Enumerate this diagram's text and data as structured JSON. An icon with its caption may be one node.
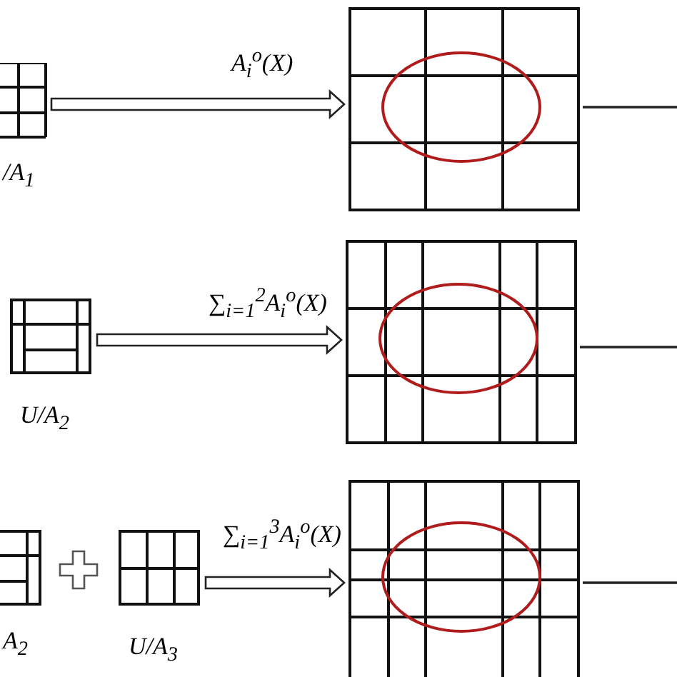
{
  "diagram": {
    "nodes": [
      {
        "text": [],
        "shape": "grid",
        "beside": [
          "/A$_{1}$"
        ]
      },
      {
        "text": [],
        "shape": "grid"
      },
      {
        "text": [],
        "shape": "grid",
        "beside": [
          "U/A$_{2}$"
        ]
      },
      {
        "text": [],
        "shape": "grid"
      },
      {
        "text": [],
        "shape": "grid",
        "beside": [
          "A$_{2}$"
        ]
      },
      {
        "text": [],
        "shape": "grid",
        "beside": [
          "U/A$_{3}$"
        ]
      },
      {
        "text": [],
        "shape": "grid"
      }
    ],
    "edges": [
      {
        "from": 0,
        "to": 1,
        "arrow": "to",
        "label": "A$_{i}$$^{o}$(X)"
      },
      {
        "from": 1,
        "to": null,
        "arrow": "none"
      },
      {
        "from": 2,
        "to": 3,
        "arrow": "to",
        "label": "∑$_{i=1}$$^{2}$A$_{i}$$^{o}$(X)"
      },
      {
        "from": 3,
        "to": null,
        "arrow": "none"
      },
      {
        "from": 5,
        "to": 6,
        "arrow": "to",
        "label": "∑$_{i=1}$$^{3}$A$_{i}$$^{o}$(X)"
      },
      {
        "from": 6,
        "to": null,
        "arrow": "none"
      }
    ]
  }
}
